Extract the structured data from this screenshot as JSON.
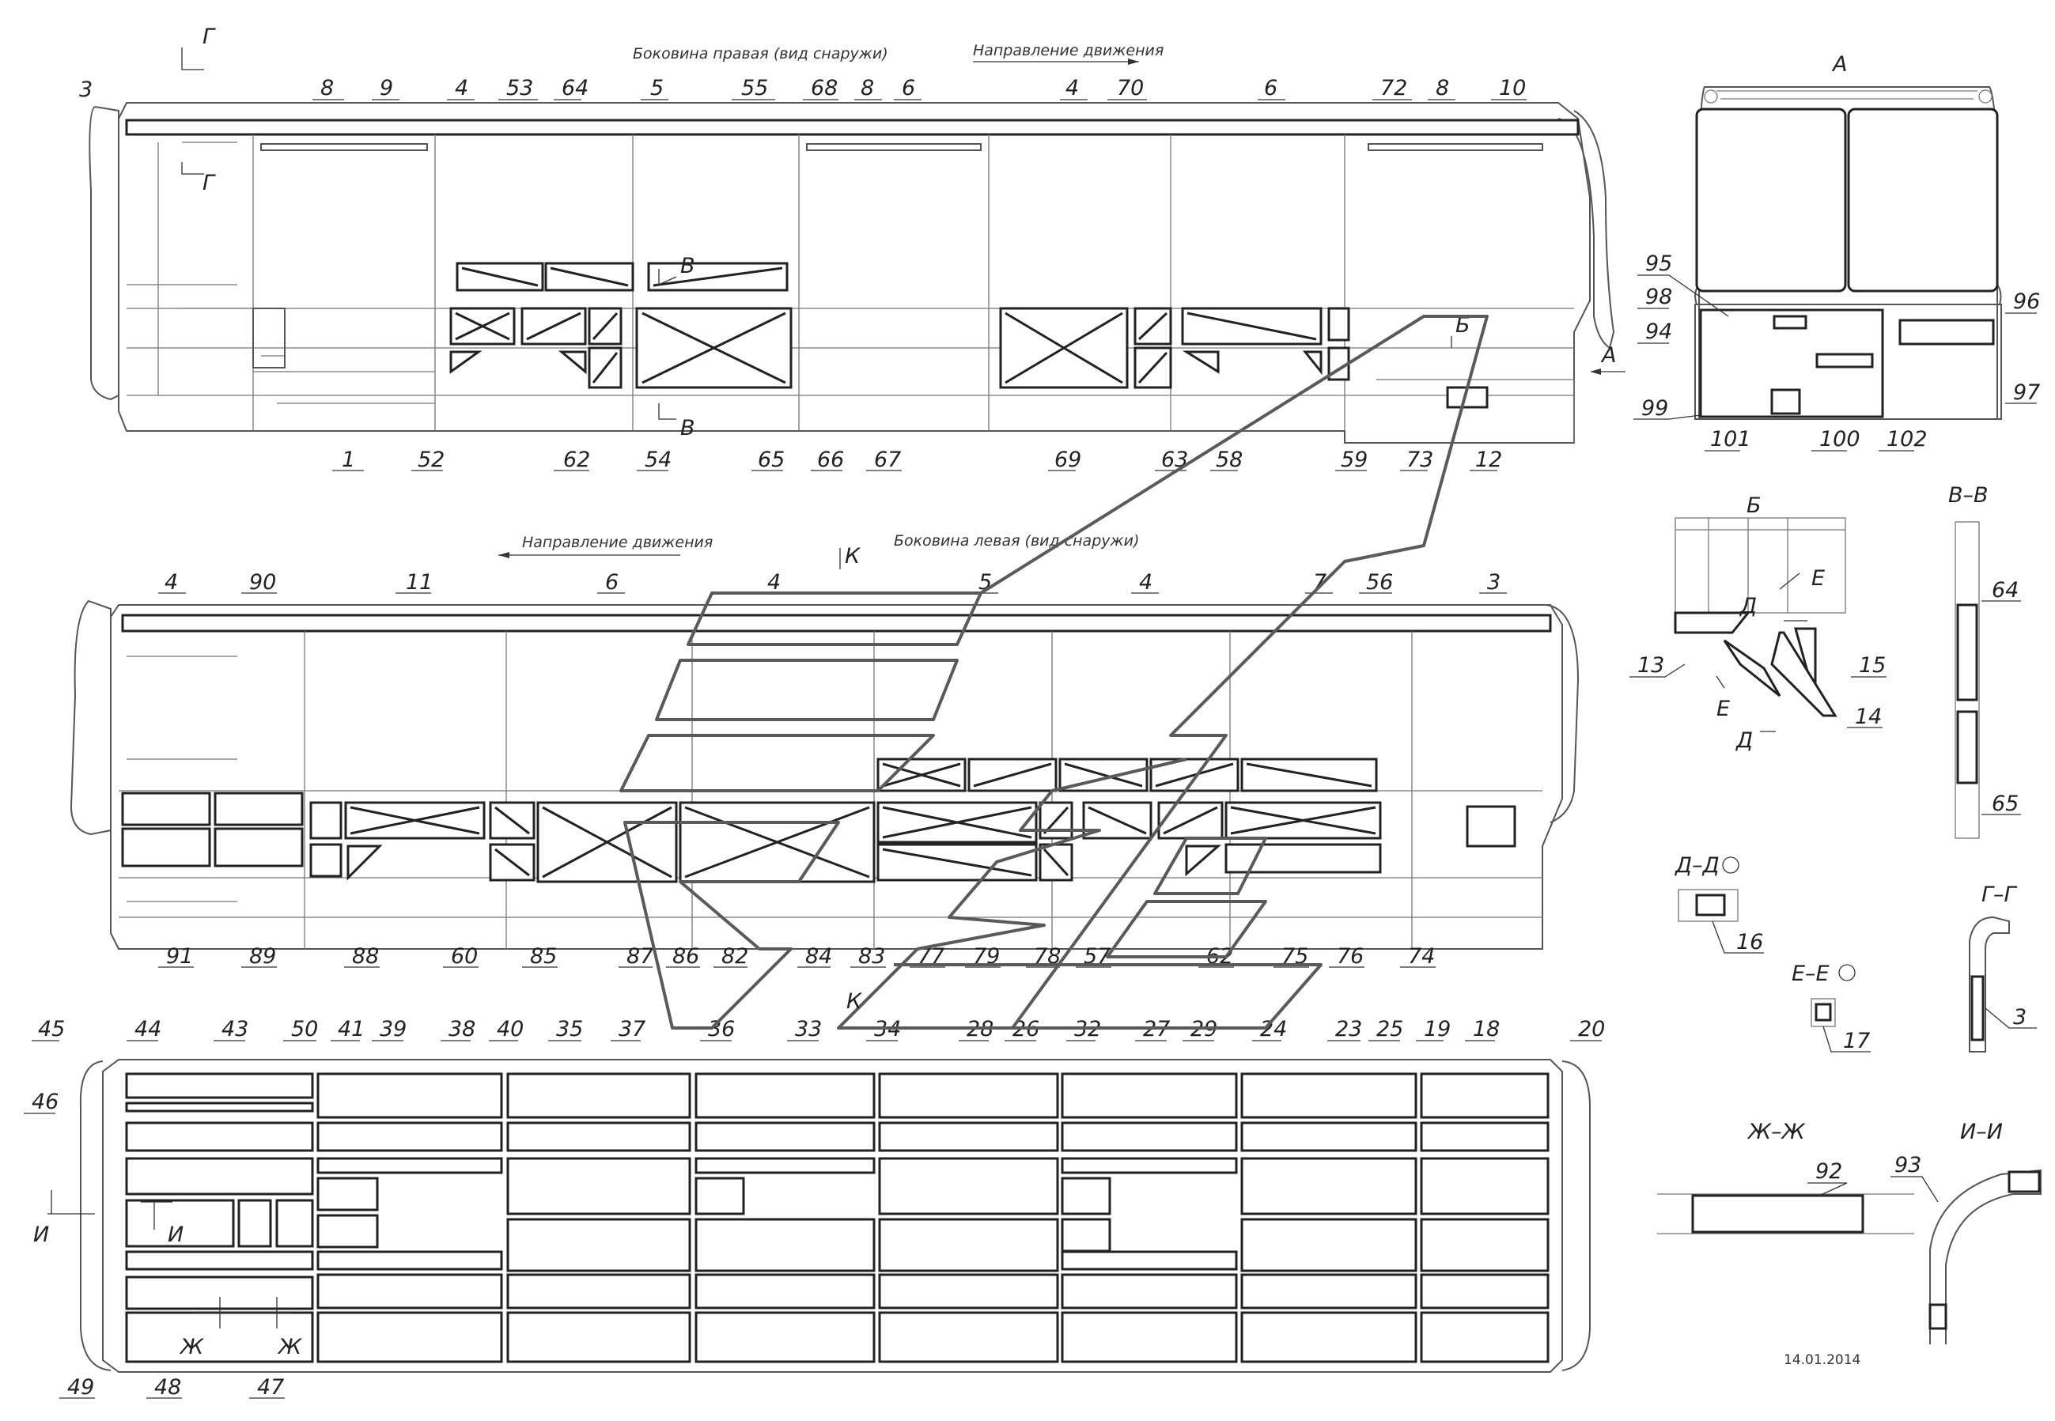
{
  "captions": {
    "right_side": "Боковина правая (вид снаружи)",
    "left_side": "Боковина левая (вид снаружи)",
    "direction": "Направление движения"
  },
  "section_marks": {
    "A_arrow": "А",
    "G": "Г",
    "V": "В",
    "B_arrow": "Б",
    "K": "К",
    "D": "Д",
    "E": "Е",
    "Zh": "Ж",
    "I": "И"
  },
  "views": {
    "A": "А",
    "B": "Б",
    "VV": "В–В",
    "DD": "Д–Д",
    "EE": "Е–Е",
    "GG": "Г–Г",
    "ZhZh": "Ж–Ж",
    "II": "И–И"
  },
  "callouts": {
    "right": [
      "3",
      "8",
      "9",
      "4",
      "53",
      "64",
      "5",
      "55",
      "68",
      "8",
      "6",
      "4",
      "70",
      "6",
      "72",
      "8",
      "10",
      "1",
      "52",
      "62",
      "54",
      "65",
      "66",
      "67",
      "69",
      "63",
      "58",
      "59",
      "73",
      "12"
    ],
    "left": [
      "4",
      "90",
      "11",
      "6",
      "4",
      "5",
      "4",
      "7",
      "56",
      "3",
      "91",
      "89",
      "88",
      "60",
      "85",
      "87",
      "86",
      "82",
      "84",
      "83",
      "77",
      "79",
      "78",
      "57",
      "62",
      "75",
      "76",
      "74"
    ],
    "roof": [
      "45",
      "44",
      "43",
      "50",
      "41",
      "39",
      "38",
      "40",
      "35",
      "37",
      "36",
      "33",
      "34",
      "28",
      "26",
      "32",
      "27",
      "29",
      "24",
      "23",
      "25",
      "19",
      "18",
      "20",
      "46",
      "49",
      "48",
      "47"
    ],
    "rear": [
      "95",
      "98",
      "94",
      "99",
      "101",
      "100",
      "102",
      "96",
      "97"
    ],
    "details": [
      "13",
      "15",
      "14",
      "64",
      "65",
      "16",
      "17",
      "3",
      "92",
      "93"
    ]
  },
  "date": "14.01.2014",
  "icon_names": [
    "arrow-right-icon",
    "arrow-left-icon",
    "circle-view-icon"
  ]
}
